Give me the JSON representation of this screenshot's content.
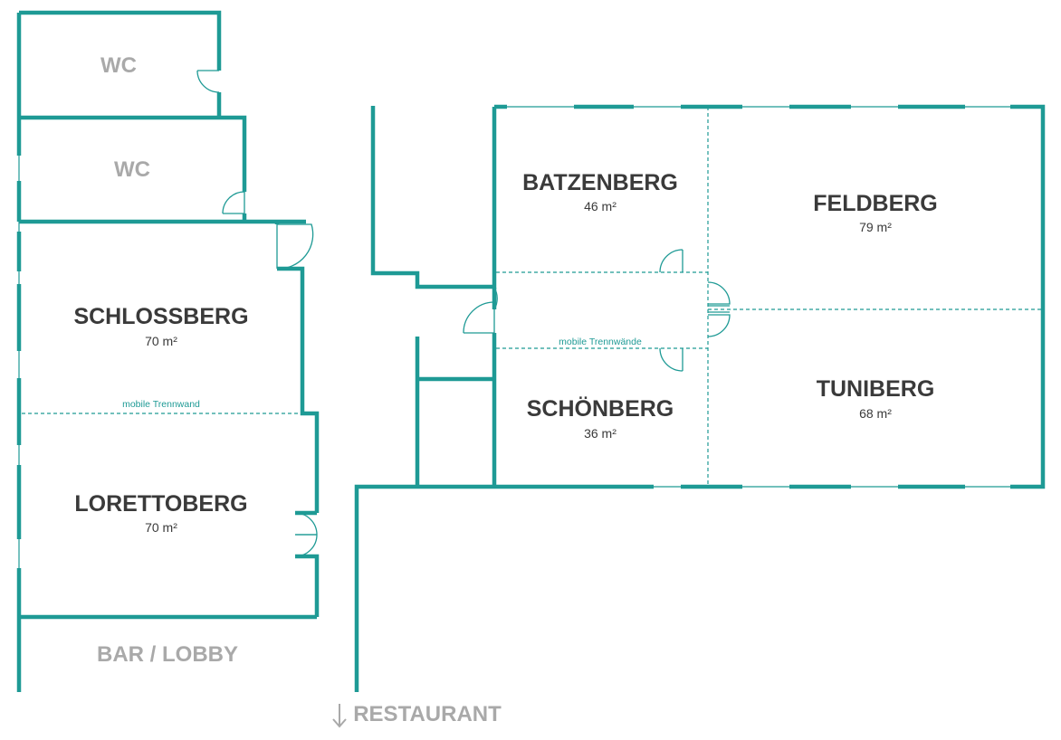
{
  "colors": {
    "wall": "#1e9a95",
    "room_text": "#3a3a3a",
    "aux_text": "#a9a9a9"
  },
  "rooms": {
    "schlossberg": {
      "name": "SCHLOSSBERG",
      "area": "70 m²"
    },
    "lorettoberg": {
      "name": "LORETTOBERG",
      "area": "70 m²"
    },
    "batzenberg": {
      "name": "BATZENBERG",
      "area": "46 m²"
    },
    "feldberg": {
      "name": "FELDBERG",
      "area": "79 m²"
    },
    "schoenberg": {
      "name": "SCHÖNBERG",
      "area": "36 m²"
    },
    "tuniberg": {
      "name": "TUNIBERG",
      "area": "68 m²"
    }
  },
  "aux": {
    "wc_1": "WC",
    "wc_2": "WC",
    "bar_lobby": "BAR / LOBBY",
    "restaurant": "RESTAURANT",
    "restaurant_icon": "down-arrow-icon"
  },
  "partitions": {
    "left": "mobile Trennwand",
    "right": "mobile Trennwände"
  }
}
